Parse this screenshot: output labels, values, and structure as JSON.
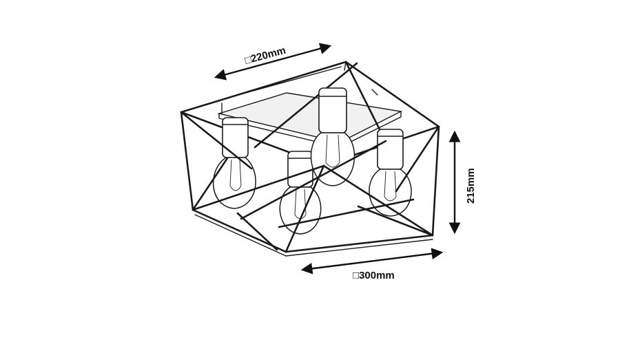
{
  "dimensions": {
    "top_width": "220mm",
    "bottom_width": "300mm",
    "height": "215mm",
    "square_symbol": "□"
  },
  "colors": {
    "line": "#1a1a1a",
    "background": "#ffffff",
    "plate_fill": "#f1f1f1"
  }
}
